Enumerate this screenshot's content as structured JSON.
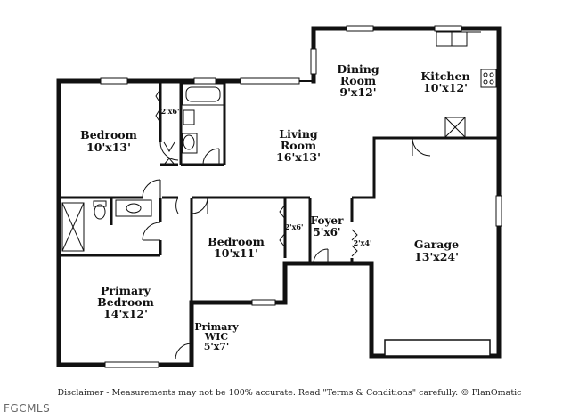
{
  "rooms": {
    "dining": {
      "name_line1": "Dining",
      "name_line2": "Room",
      "size": "9'x12'"
    },
    "kitchen": {
      "name": "Kitchen",
      "size": "10'x12'"
    },
    "bedroom_nw": {
      "name": "Bedroom",
      "size": "10'x13'"
    },
    "living": {
      "name_line1": "Living",
      "name_line2": "Room",
      "size": "16'x13'"
    },
    "foyer": {
      "name": "Foyer",
      "size": "5'x6'"
    },
    "bedroom_center": {
      "name": "Bedroom",
      "size": "10'x11'"
    },
    "garage": {
      "name": "Garage",
      "size": "13'x24'"
    },
    "primary_bedroom": {
      "name_line1": "Primary",
      "name_line2": "Bedroom",
      "size": "14'x12'"
    },
    "primary_wic": {
      "name_line1": "Primary",
      "name_line2": "WIC",
      "size": "5'x7'"
    }
  },
  "closets": {
    "closet_nw": "2'x6'",
    "closet_center": "2'x6'",
    "closet_foyer": "2'x4'"
  },
  "footer": {
    "disclaimer": "Disclaimer - Measurements may not be 100% accurate. Read \"Terms & Conditions\" carefully. © PlanOmatic",
    "mls_watermark": "FGCMLS"
  }
}
